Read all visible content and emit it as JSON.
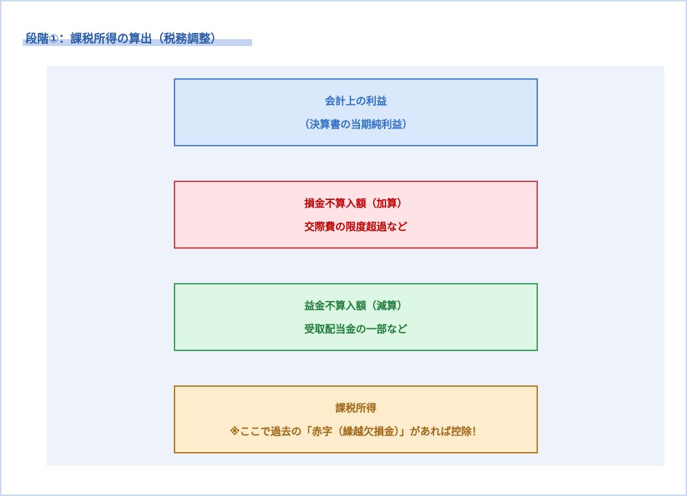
{
  "title": "段階①：課税所得の算出（税務調整）",
  "boxes": [
    {
      "line1": "会計上の利益",
      "line2": "（決算書の当期純利益）",
      "bg": "#dae8fc",
      "border": "#4a80d0",
      "text": "#2f6fc4"
    },
    {
      "line1": "損金不算入額（加算）",
      "line2": "交際費の限度超過など",
      "bg": "#fde3e6",
      "border": "#d0404a",
      "text": "#c00000"
    },
    {
      "line1": "益金不算入額（減算）",
      "line2": "受取配当金の一部など",
      "bg": "#dcf8e4",
      "border": "#3ba05b",
      "text": "#1f7a3a"
    },
    {
      "line1": "課税所得",
      "line2": "※ここで過去の「赤字（繰越欠損金）」があれば控除！",
      "bg": "#ffeccc",
      "border": "#b57a22",
      "text": "#9e6414"
    }
  ]
}
